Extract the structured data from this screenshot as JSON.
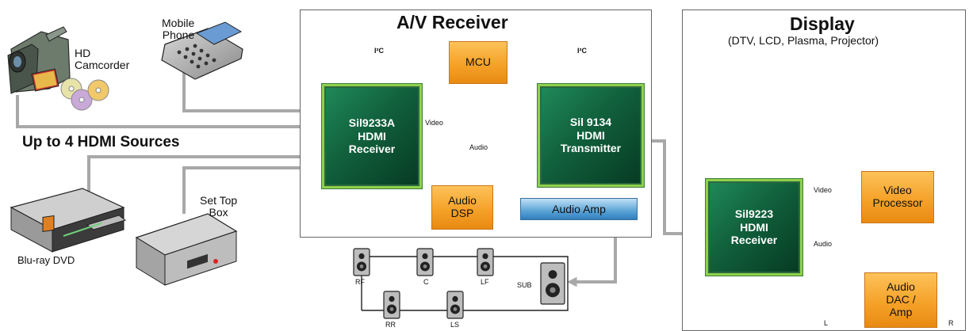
{
  "av_receiver": {
    "title": "A/V Receiver",
    "i2c_left": "I²C",
    "i2c_right": "I²C",
    "mcu": "MCU",
    "rx_chip": [
      "Sil9233A",
      "HDMI",
      "Receiver"
    ],
    "tx_chip": [
      "Sil 9134",
      "HDMI",
      "Transmitter"
    ],
    "video_label": "Video",
    "audio_label": "Audio",
    "audio_dsp": [
      "Audio",
      "DSP"
    ],
    "audio_amp": "Audio Amp"
  },
  "sources": {
    "caption": "Up to 4 HDMI Sources",
    "hd_camcorder": [
      "HD",
      "Camcorder"
    ],
    "mobile_phone": [
      "Mobile",
      "Phone"
    ],
    "bluray": "Blu-ray DVD",
    "settop": [
      "Set Top",
      "Box"
    ]
  },
  "speakers": {
    "rf": "RF",
    "c": "C",
    "lf": "LF",
    "sub": "SUB",
    "rr": "RR",
    "ls": "LS"
  },
  "display": {
    "title": "Display",
    "subtitle": "(DTV, LCD, Plasma, Projector)",
    "rx_chip": [
      "Sil9223",
      "HDMI",
      "Receiver"
    ],
    "video_label": "Video",
    "audio_label": "Audio",
    "video_processor": [
      "Video",
      "Processor"
    ],
    "audio_dac": [
      "Audio",
      "DAC /",
      "Amp"
    ],
    "speaker_l": "L",
    "speaker_r": "R"
  },
  "colors": {
    "arrow": "#a8a8a8",
    "chip": "#11603c",
    "chip_border": "#8fd04c",
    "orange": "#f5a229",
    "blue": "#5aa3d6"
  }
}
